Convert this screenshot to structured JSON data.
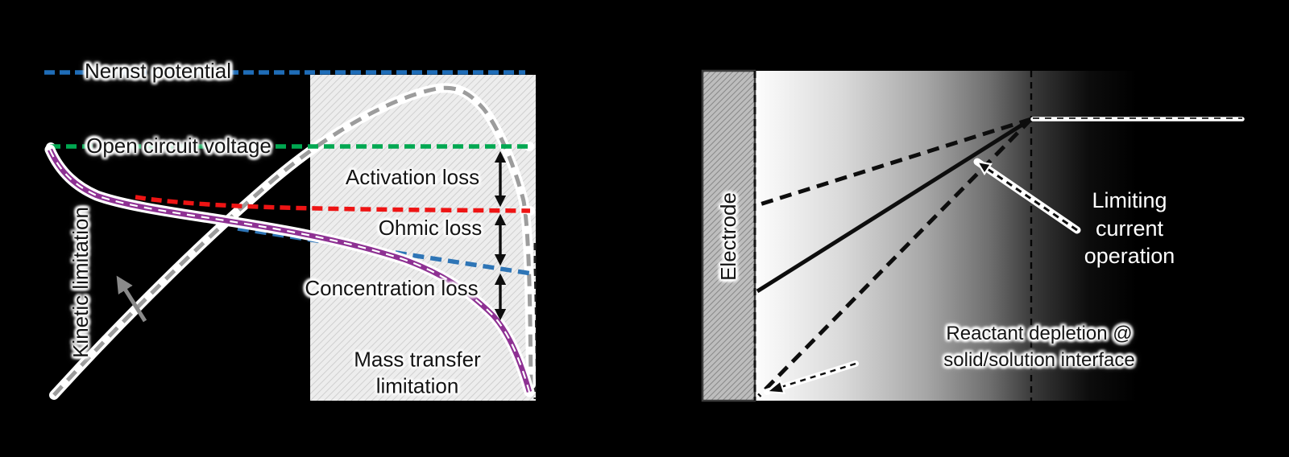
{
  "figure_title": "Electrochemical polarization losses and reactant depletion diagram",
  "panels": {
    "left": {
      "nernst_label": "Nernst potential",
      "ocv_label": "Open circuit voltage",
      "activation_label": "Activation loss",
      "ohmic_label": "Ohmic loss",
      "concentration_label": "Concentration loss",
      "mass_transfer_label": "Mass transfer\nlimitation",
      "kinetic_label": "Kinetic limitation",
      "colors": {
        "nernst_line": "#1f6db8",
        "ocv_line": "#00a851",
        "activation_extrapolation_line": "#ee1414",
        "ohmic_extrapolation_line": "#2e75b6",
        "polarization_curve": "#8e3193",
        "power_curve": "#9c9c9c",
        "annotation_arrow": "#8a8a8a",
        "loss_arrows": "#0d0d0d"
      }
    },
    "right": {
      "electrode_label": "Electrode",
      "limiting_label": "Limiting\ncurrent\noperation",
      "depletion_label": "Reactant depletion @\nsolid/solution interface",
      "colors": {
        "electrode_fill": "#bdbdbd",
        "concentration_profiles": "#0d0d0d",
        "bulk_concentration_line": "#ffffff"
      }
    }
  }
}
